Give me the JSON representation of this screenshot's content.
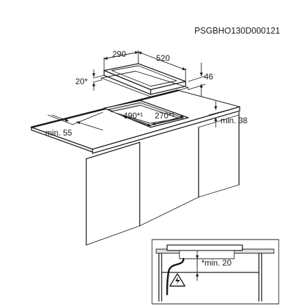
{
  "diagram": {
    "doc_code": "PSGBHO130D000121",
    "hob": {
      "depth": "290",
      "width": "520",
      "height": "46",
      "offset": "20*"
    },
    "cutout": {
      "width": "490*¹",
      "depth": "270*¹"
    },
    "clearances": {
      "front_edge": "min. 55",
      "rear_wall": "min. 38"
    },
    "detail": {
      "below_clearance": "*min. 20"
    },
    "icons": [
      "electrical-hazard-icon"
    ]
  }
}
